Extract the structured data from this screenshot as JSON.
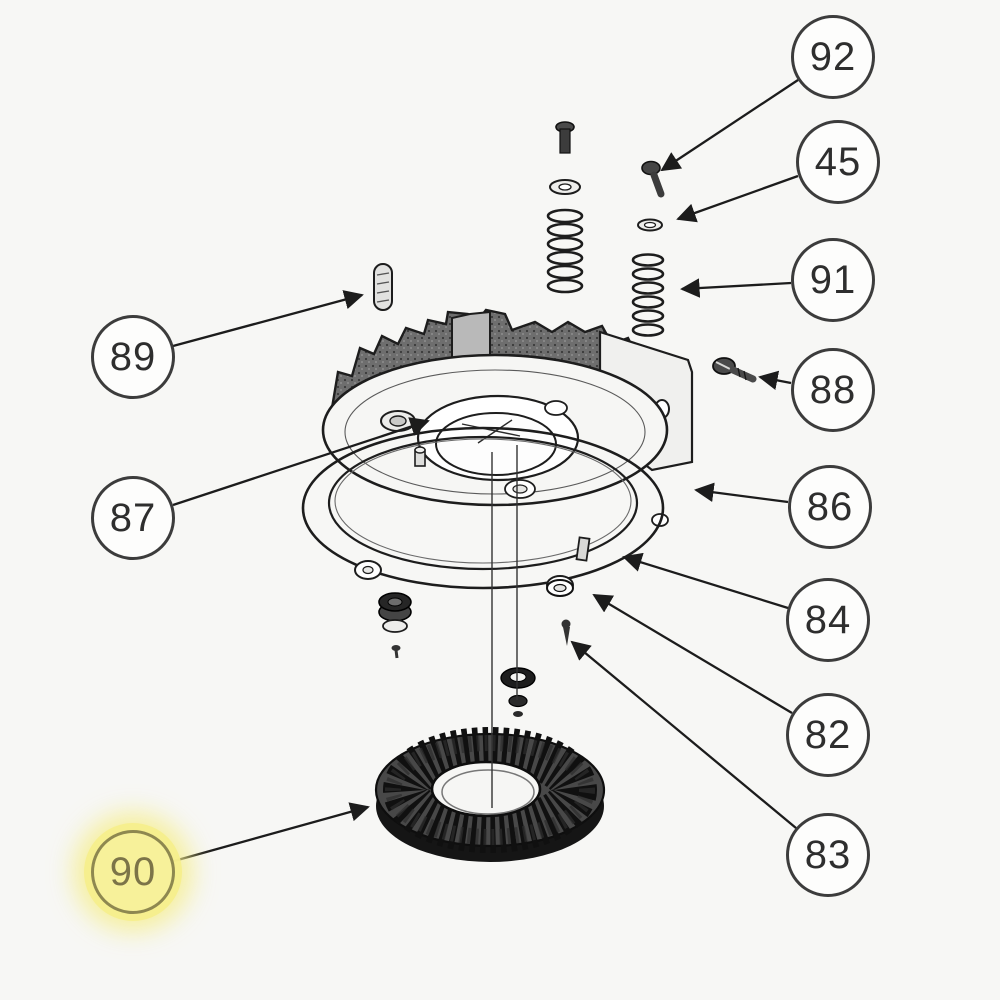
{
  "figure": {
    "type": "exploded-parts-diagram",
    "background_color": "#f7f7f5",
    "highlight_color": "#f7f19a",
    "line_color": "#1c1c1c"
  },
  "callouts": [
    {
      "label": "92",
      "highlighted": false
    },
    {
      "label": "45",
      "highlighted": false
    },
    {
      "label": "91",
      "highlighted": false
    },
    {
      "label": "88",
      "highlighted": false
    },
    {
      "label": "86",
      "highlighted": false
    },
    {
      "label": "84",
      "highlighted": false
    },
    {
      "label": "82",
      "highlighted": false
    },
    {
      "label": "83",
      "highlighted": false
    },
    {
      "label": "89",
      "highlighted": false
    },
    {
      "label": "87",
      "highlighted": false
    },
    {
      "label": "90",
      "highlighted": true
    }
  ]
}
